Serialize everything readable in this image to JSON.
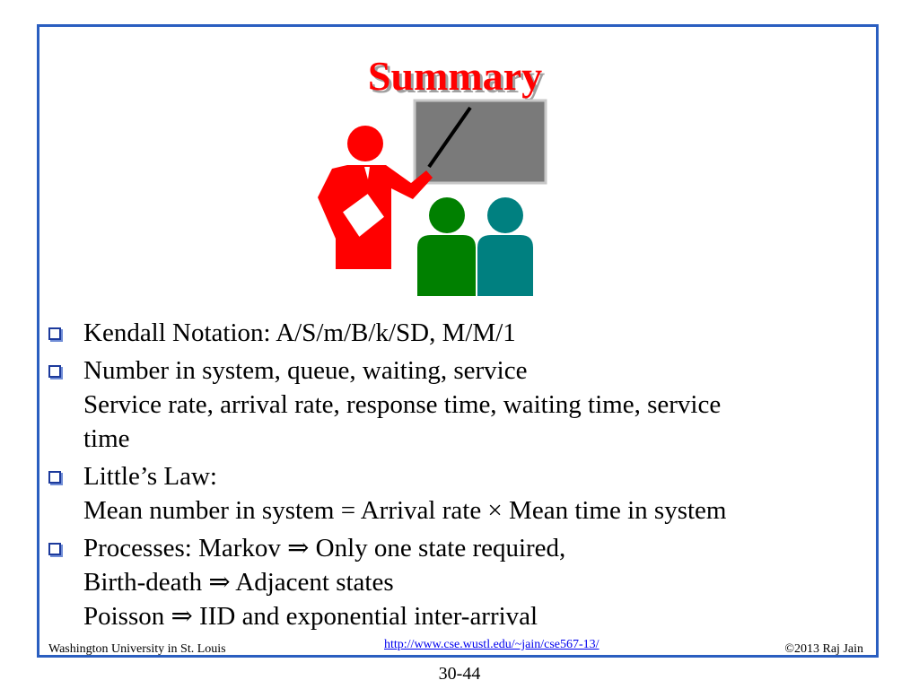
{
  "slide": {
    "title": "Summary",
    "illustration_icon": "presenter-with-audience-icon",
    "bullets": [
      {
        "lines": [
          "Kendall Notation: A/S/m/B/k/SD, M/M/1"
        ]
      },
      {
        "lines": [
          "Number in system, queue, waiting, service",
          "Service rate, arrival rate, response time, waiting time, service",
          "time"
        ]
      },
      {
        "lines": [
          "Little’s Law:",
          "Mean number in system = Arrival rate × Mean time in system"
        ]
      },
      {
        "lines": [
          "Processes: Markov ⇒ Only one state required,",
          "Birth-death ⇒ Adjacent states",
          "Poisson ⇒ IID and exponential inter-arrival"
        ]
      }
    ]
  },
  "footer": {
    "left": "Washington University in St. Louis",
    "link": "http://www.cse.wustl.edu/~jain/cse567-13/",
    "right": "©2013 Raj Jain"
  },
  "page_number": "30-44",
  "colors": {
    "frame": "#2a5ec0",
    "title": "#ff0000",
    "presenter": "#ff0000",
    "audience_left": "#008000",
    "audience_right": "#008080",
    "board": "#808080",
    "bullet_box": "#1c3a9c"
  }
}
